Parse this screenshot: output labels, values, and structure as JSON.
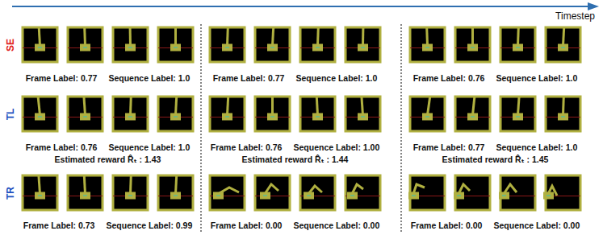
{
  "diagram": {
    "labels": [
      "Timestep",
      "SE",
      "TL",
      "TR",
      "Frame Label: 0.77",
      "Sequence Label: 1.0",
      "Frame Label: 0.77",
      "Sequence Label: 1.0",
      "Frame Label: 0.76",
      "Sequence Label: 1.0",
      "Frame Label: 0.76",
      "Sequence Label: 1.0",
      "Estimated reward R̂ₜ : 1.43",
      "Frame Label: 0.76",
      "Sequence Label: 1.00",
      "Estimated reward R̂ₜ : 1.44",
      "Frame Label: 0.77",
      "Sequence Label: 1.0",
      "Estimated reward R̂ₜ : 1.45",
      "Frame Label: 0.73",
      "Sequence Label: 0.99",
      "Frame Label: 0.00",
      "Sequence Label: 0.00",
      "Frame Label: 0.00",
      "Sequence Label: 0.00"
    ]
  }
}
